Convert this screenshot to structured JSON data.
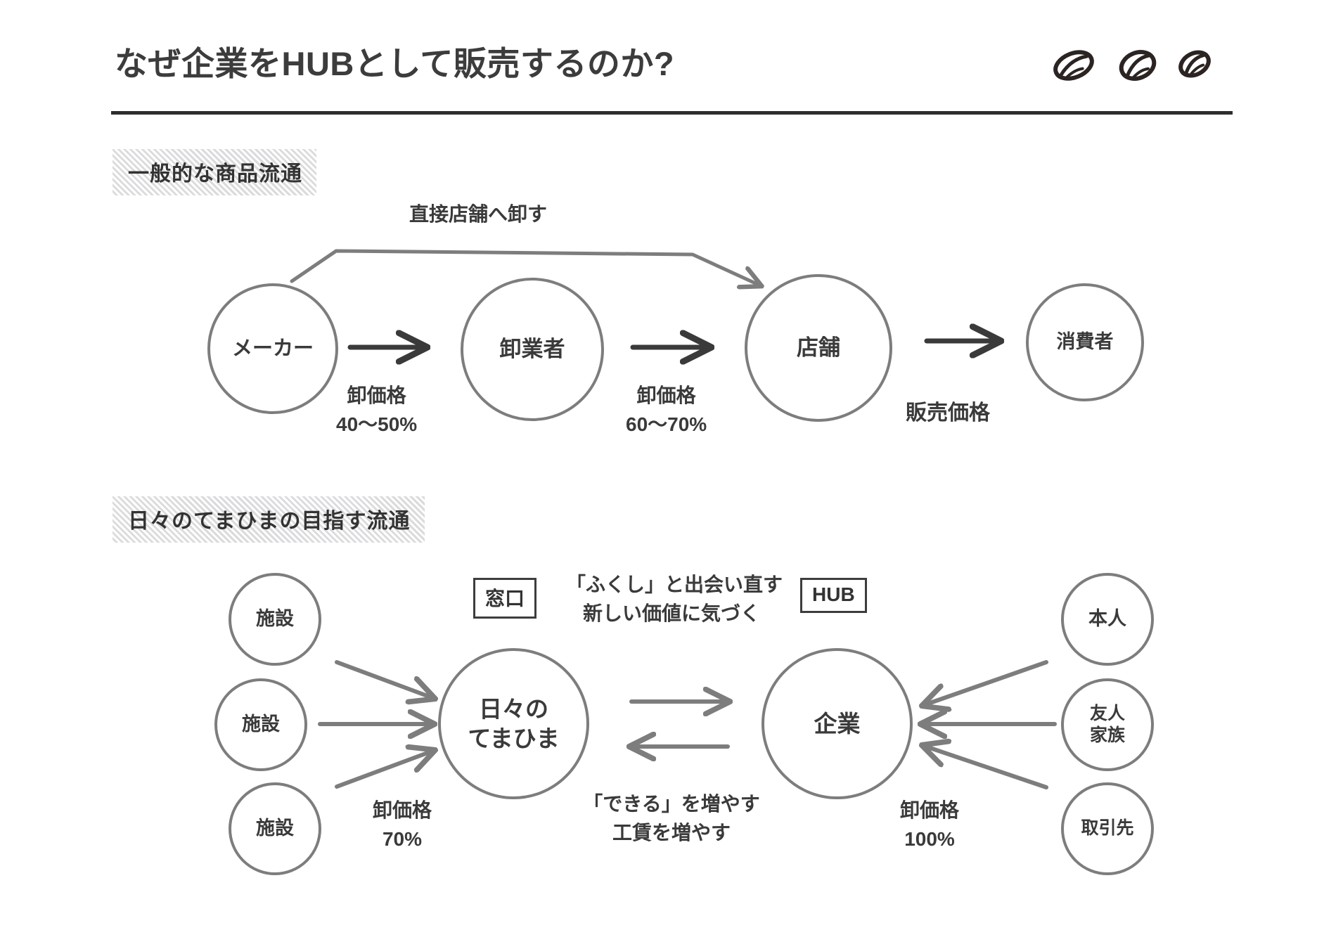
{
  "title": "なぜ企業をHUBとして販売するのか?",
  "decor": {
    "bean_icon": "coffee-bean-icon",
    "bean_count": 3
  },
  "sections": [
    {
      "id": "general-flow",
      "label": "一般的な商品流通"
    },
    {
      "id": "target-flow",
      "label": "日々のてまひまの目指す流通"
    }
  ],
  "flow_general": {
    "nodes": [
      {
        "id": "maker",
        "label": "メーカー"
      },
      {
        "id": "wholesaler",
        "label": "卸業者"
      },
      {
        "id": "store",
        "label": "店舗"
      },
      {
        "id": "consumer",
        "label": "消費者"
      }
    ],
    "bypass_label": "直接店舗へ卸す",
    "edge_labels": [
      {
        "id": "price-maker-wholesaler",
        "line1": "卸価格",
        "line2": "40〜50%"
      },
      {
        "id": "price-wholesaler-store",
        "line1": "卸価格",
        "line2": "60〜70%"
      },
      {
        "id": "price-store-consumer",
        "line1": "販売価格",
        "line2": ""
      }
    ]
  },
  "flow_target": {
    "facilities": [
      {
        "id": "facility-1",
        "label": "施設"
      },
      {
        "id": "facility-2",
        "label": "施設"
      },
      {
        "id": "facility-3",
        "label": "施設"
      }
    ],
    "hibi": {
      "label_line1": "日々の",
      "label_line2": "てまひま",
      "tag": "窓口"
    },
    "kigyo": {
      "label": "企業",
      "tag": "HUB"
    },
    "customers": [
      {
        "id": "honnin",
        "label": "本人"
      },
      {
        "id": "yujin-kazoku",
        "label_line1": "友人",
        "label_line2": "家族"
      },
      {
        "id": "torihikisaki",
        "label": "取引先"
      }
    ],
    "edge_labels": [
      {
        "id": "price-facility-hibi",
        "line1": "卸価格",
        "line2": "70%"
      },
      {
        "id": "price-kigyo",
        "line1": "卸価格",
        "line2": "100%"
      }
    ],
    "value_top": {
      "line1": "「ふくし」と出会い直す",
      "line2": "新しい価値に気づく"
    },
    "value_bottom": {
      "line1": "「できる」を増やす",
      "line2": "工賃を増やす"
    }
  },
  "colors": {
    "text": "#3a3a3a",
    "node_stroke": "#7d7d7d",
    "arrow_dark": "#3a3a3a",
    "arrow_gray": "#7d7d7d",
    "rule": "#2e2e2e",
    "header_band": "#f2f2f2"
  }
}
